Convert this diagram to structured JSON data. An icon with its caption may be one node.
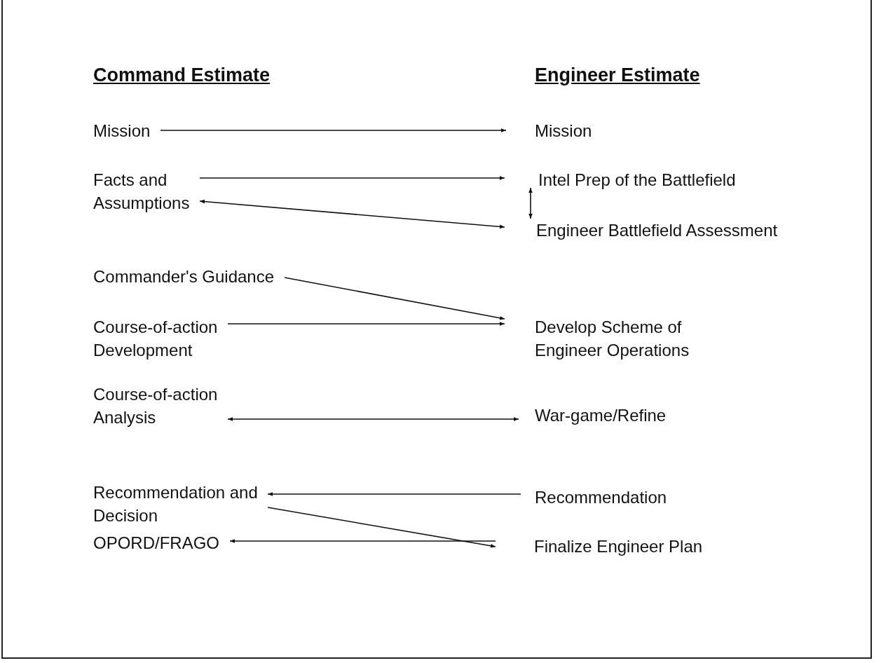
{
  "diagram": {
    "nodes": [
      {
        "text": [
          "Mission"
        ]
      },
      {
        "text": [
          "Facts and Assumptions"
        ]
      },
      {
        "text": [
          "Commander's Guidance"
        ]
      },
      {
        "text": [
          "Course-of-action Development"
        ]
      },
      {
        "text": [
          "Course-of-action Analysis"
        ]
      },
      {
        "text": [
          "Recommendation and Decision"
        ]
      },
      {
        "text": [
          "OPORD/FRAGO"
        ]
      },
      {
        "text": [
          "Mission"
        ]
      },
      {
        "text": [
          "Intel Prep of the Battlefield"
        ]
      },
      {
        "text": [
          "Engineer Battlefield Assessment"
        ]
      },
      {
        "text": [
          "Develop Scheme of Engineer Operations"
        ]
      },
      {
        "text": [
          "War-game/Refine"
        ]
      },
      {
        "text": [
          "Recommendation"
        ]
      },
      {
        "text": [
          "Finalize Engineer Plan"
        ]
      }
    ],
    "edges": [
      {
        "from": 0,
        "to": 7,
        "arrow": "to"
      },
      {
        "from": 1,
        "to": 8,
        "arrow": "to"
      },
      {
        "from": 1,
        "to": 9,
        "arrow": "both"
      },
      {
        "from": 8,
        "to": 9,
        "arrow": "both"
      },
      {
        "from": 2,
        "to": 10,
        "arrow": "to"
      },
      {
        "from": 3,
        "to": 10,
        "arrow": "to"
      },
      {
        "from": 4,
        "to": 11,
        "arrow": "both"
      },
      {
        "from": 12,
        "to": 5,
        "arrow": "to"
      },
      {
        "from": 5,
        "to": 13,
        "arrow": "to"
      },
      {
        "from": 13,
        "to": 6,
        "arrow": "to"
      }
    ],
    "labels": [
      "Command Estimate",
      "Engineer Estimate"
    ]
  }
}
